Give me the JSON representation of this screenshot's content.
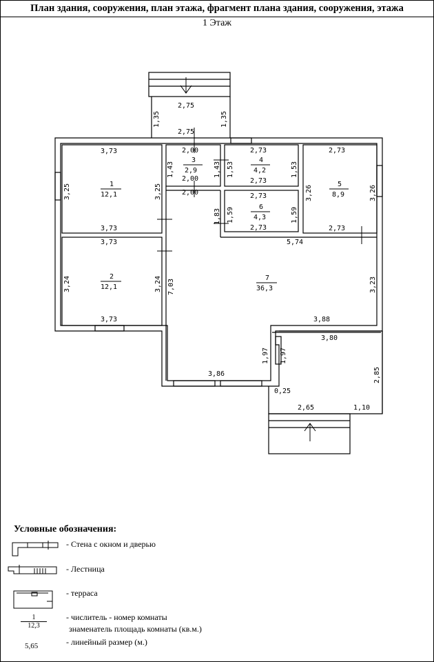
{
  "title": "План здания, сооружения, план этажа, фрагмент плана здания, сооружения, этажа",
  "floor_label": "1 Этаж",
  "rooms": [
    {
      "number": "1",
      "area": "12,1"
    },
    {
      "number": "2",
      "area": "12,1"
    },
    {
      "number": "3",
      "area": "2,9"
    },
    {
      "number": "4",
      "area": "4,2"
    },
    {
      "number": "5",
      "area": "8,9"
    },
    {
      "number": "6",
      "area": "4,3"
    },
    {
      "number": "7",
      "area": "36,3"
    }
  ],
  "dimensions": {
    "porch_top_width": "2,75",
    "porch_top_inner": "2,75",
    "porch_top_left": "1,35",
    "porch_top_right": "1,35",
    "r1_top": "3,73",
    "r1_bottom": "3,73",
    "r1_left": "3,25",
    "r1_right": "3,25",
    "r2_top": "3,73",
    "r2_bottom": "3,73",
    "r2_left": "3,24",
    "r2_right": "3,24",
    "r3_top": "2,00",
    "r3_bottom": "2,00",
    "r3_left": "1,43",
    "r3_right": "1,43",
    "r3_below": "2,00",
    "r4_top": "2,73",
    "r4_bottom": "2,73",
    "r4_right": "1,53",
    "r4_left": "1,53",
    "r5_top": "2,73",
    "r5_bottom": "2,73",
    "r5_left": "3,26",
    "r5_right": "3,26",
    "r6_top": "2,73",
    "r6_bottom": "2,73",
    "r6_left": "1,59",
    "r6_right": "1,59",
    "hall_left_a": "1,83",
    "r7_top": "5,74",
    "r7_left": "7,03",
    "r7_right": "3,23",
    "r7_bottom": "3,86",
    "r7_step": "3,88",
    "terrace_top": "3,80",
    "terrace_left_a": "1,97",
    "terrace_left_b": "1,97",
    "terrace_right": "2,85",
    "terrace_bottom_left": "0,25",
    "terrace_bottom": "2,65",
    "terrace_bottom_right": "1,10"
  },
  "legend": {
    "title": "Условные обозначения:",
    "wall": "- Стена с окном и дверью",
    "stairs": "- Лестница",
    "terrace": "- терраса",
    "fraction_numerator": "1",
    "fraction_denominator": "12,3",
    "fraction_line1": "-  числитель - номер комнаты",
    "fraction_line2": "знаменатель площадь комнаты (кв.м.)",
    "linear_value": "5,65",
    "linear_text": "- линейный размер (м.)"
  }
}
